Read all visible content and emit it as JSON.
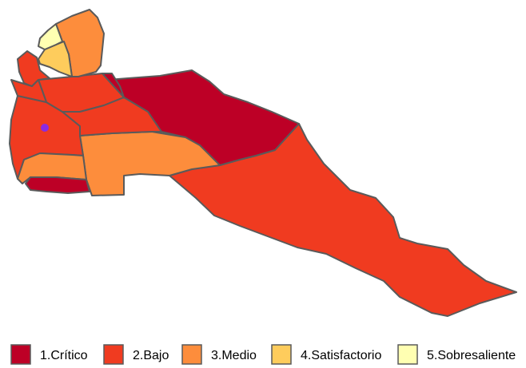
{
  "palette": {
    "critico": "#bd0026",
    "bajo": "#f03b20",
    "medio": "#fd8d3c",
    "satisfactorio": "#fecc5c",
    "sobresaliente": "#ffffb2",
    "border": "#5a5a5a",
    "marker": "#8a2be2"
  },
  "regions": [
    {
      "category": "2.Bajo"
    },
    {
      "category": "2.Bajo"
    },
    {
      "category": "2.Bajo"
    },
    {
      "category": "2.Bajo"
    },
    {
      "category": "2.Bajo"
    },
    {
      "category": "2.Bajo"
    },
    {
      "category": "1.Crítico"
    },
    {
      "category": "1.Crítico"
    },
    {
      "category": "1.Crítico"
    },
    {
      "category": "3.Medio"
    },
    {
      "category": "3.Medio"
    },
    {
      "category": "3.Medio"
    },
    {
      "category": "4.Satisfactorio"
    },
    {
      "category": "5.Sobresaliente"
    }
  ],
  "legend": [
    {
      "label": "1.Crítico",
      "color": "#bd0026"
    },
    {
      "label": "2.Bajo",
      "color": "#f03b20"
    },
    {
      "label": "3.Medio",
      "color": "#fd8d3c"
    },
    {
      "label": "4.Satisfactorio",
      "color": "#fecc5c"
    },
    {
      "label": "5.Sobresaliente",
      "color": "#ffffb2"
    }
  ]
}
